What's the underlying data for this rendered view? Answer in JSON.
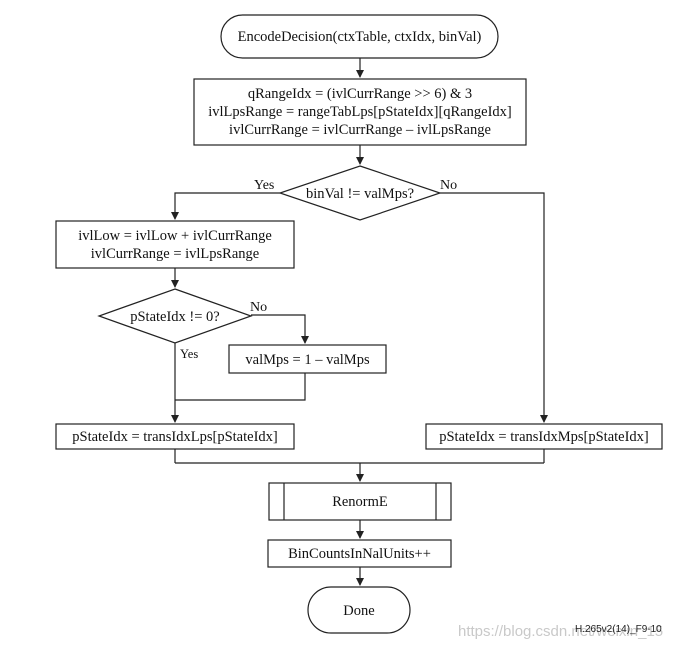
{
  "nodes": {
    "start": "EncodeDecision(ctxTable, ctxIdx, binVal)",
    "init": [
      "qRangeIdx = (ivlCurrRange >> 6) & 3",
      "ivlLpsRange = rangeTabLps[pStateIdx][qRangeIdx]",
      "ivlCurrRange = ivlCurrRange – ivlLpsRange"
    ],
    "decision_binval": "binVal != valMps?",
    "lps_update": [
      "ivlLow = ivlLow + ivlCurrRange",
      "ivlCurrRange = ivlLpsRange"
    ],
    "decision_pstate": "pStateIdx != 0?",
    "flip_mps": "valMps = 1 – valMps",
    "trans_lps": "pStateIdx = transIdxLps[pStateIdx]",
    "trans_mps": "pStateIdx = transIdxMps[pStateIdx]",
    "renorm": "RenormE",
    "bin_count": "BinCountsInNalUnits++",
    "end": "Done"
  },
  "edge_labels": {
    "binval_yes": "Yes",
    "binval_no": "No",
    "pstate_yes": "Yes",
    "pstate_no": "No"
  },
  "figure_id": "H.265v2(14)_F9-10",
  "watermark": "https://blog.csdn.net/weixin_15"
}
